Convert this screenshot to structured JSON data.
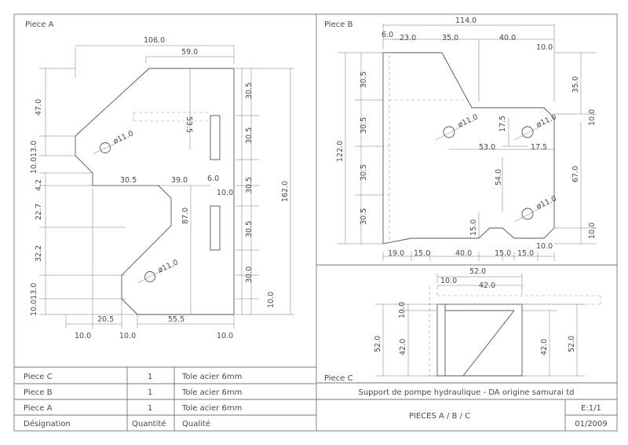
{
  "views": {
    "piece_a": "Piece A",
    "piece_b": "Piece B",
    "piece_c": "Piece C"
  },
  "dims_a": {
    "w106": "106.0",
    "w59": "59.0",
    "h47": "47.0",
    "h10_13": "10.013.0",
    "h4_2": "4.2",
    "h22_7": "22.7",
    "h32_2": "32.2",
    "h10_13b": "10.013.0",
    "w20_5": "20.5",
    "w55_5": "55.5",
    "w10a": "10.0",
    "w10b": "10.0",
    "w10c": "10.0",
    "w30_5": "30.5",
    "w39": "39.0",
    "w6": "6.0",
    "w10d": "10.0",
    "v53_5": "53.5",
    "v87": "87.0",
    "v30_5a": "30.5",
    "v30_5b": "30.5",
    "v30_5c": "30.5",
    "v30_5d": "30.5",
    "v30": "30.0",
    "v10": "10.0",
    "v162": "162.0",
    "d1": "ø11.0",
    "d2": "ø11.0"
  },
  "dims_b": {
    "w114": "114.0",
    "w6": "6.0",
    "w23": "23.0",
    "w35": "35.0",
    "w40": "40.0",
    "w10": "10.0",
    "h30_5a": "30.5",
    "h30_5b": "30.5",
    "h30_5c": "30.5",
    "h30_5d": "30.5",
    "h122": "122.0",
    "r35": "35.0",
    "r10a": "10.0",
    "r67": "67.0",
    "r10b": "10.0",
    "v17_5": "17.5",
    "h53": "53.0",
    "h17_5": "17.5",
    "v54": "54.0",
    "v15": "15.0",
    "b19": "19.0",
    "b15a": "15.0",
    "b40": "40.0",
    "b15b": "15.0",
    "b15c": "15.0",
    "b10": "10.0",
    "d1": "ø11.0",
    "d2": "ø11.0",
    "d3": "ø11.0"
  },
  "dims_c": {
    "w52": "52.0",
    "w10": "10.0",
    "w42": "42.0",
    "v10": "10.0",
    "v52a": "52.0",
    "v42a": "42.0",
    "v42b": "42.0",
    "v52b": "52.0"
  },
  "title_block": {
    "rows": [
      {
        "designation": "Piece C",
        "qty": "1",
        "quality": "Tole acier 6mm"
      },
      {
        "designation": "Piece B",
        "qty": "1",
        "quality": "Tole acier 6mm"
      },
      {
        "designation": "Piece A",
        "qty": "1",
        "quality": "Tole acier 6mm"
      }
    ],
    "hdr_designation": "Désignation",
    "hdr_qty": "Quantité",
    "hdr_quality": "Qualité",
    "project": "Support de pompe hydraulique - DA origine samurai td",
    "drawing_title": "PIECES A / B / C",
    "scale": "E:1/1",
    "date": "01/2009"
  }
}
